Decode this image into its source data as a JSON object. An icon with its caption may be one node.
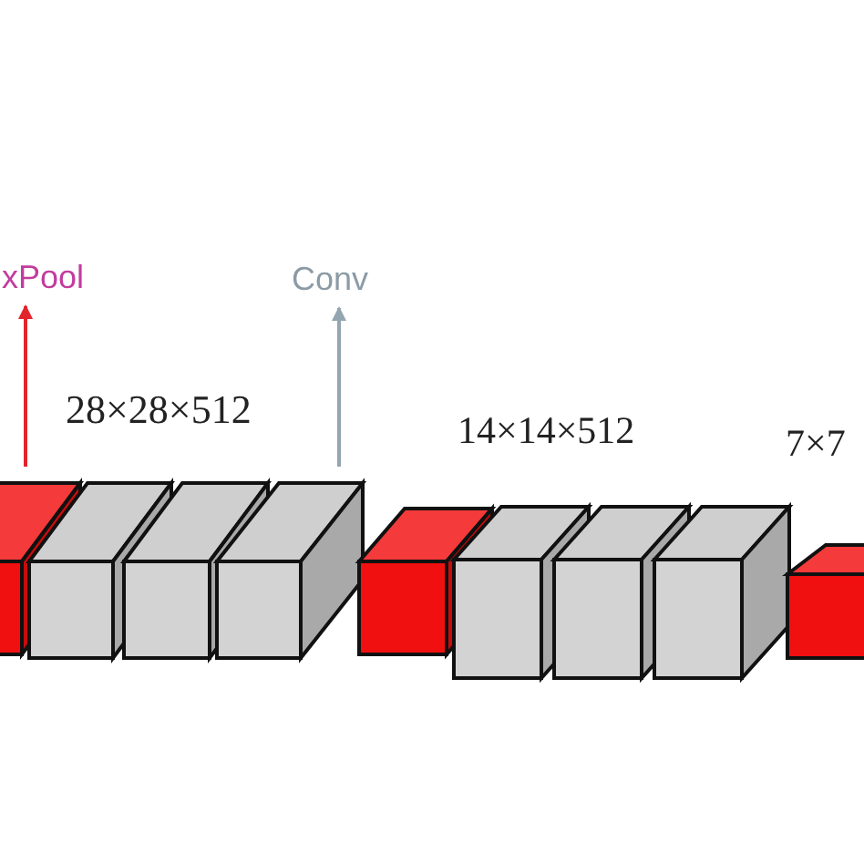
{
  "diagram": {
    "nodes": [
      {
        "text": [
          "xPool"
        ]
      },
      {
        "text": [
          "Conv"
        ]
      },
      {
        "text": [],
        "shape": "box"
      },
      {
        "text": [],
        "shape": "box"
      },
      {
        "text": [],
        "shape": "box"
      },
      {
        "text": [],
        "shape": "box"
      },
      {
        "text": [],
        "shape": "box"
      },
      {
        "text": [],
        "shape": "box"
      },
      {
        "text": [],
        "shape": "box"
      },
      {
        "text": [],
        "shape": "box"
      },
      {
        "text": [],
        "shape": "box"
      }
    ],
    "edges": [
      {
        "from": 2,
        "to": 0,
        "arrow": "to",
        "color": "#e3242b"
      },
      {
        "from": 5,
        "to": 1,
        "arrow": "to",
        "color": "#93a6b0"
      }
    ],
    "labels": [
      "28×28×512",
      "14×14×512",
      "7×7"
    ]
  }
}
